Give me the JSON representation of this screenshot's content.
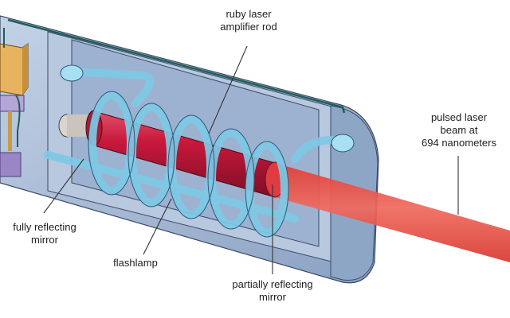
{
  "title": "Ruby laser amplifier diagram",
  "labels": {
    "rod": [
      "ruby laser",
      "amplifier rod"
    ],
    "beam": [
      "pulsed laser",
      "beam at",
      "694 nanometers"
    ],
    "full_mirror": [
      "fully reflecting",
      "mirror"
    ],
    "flashlamp": [
      "flashlamp"
    ],
    "partial_mirror": [
      "partially reflecting",
      "mirror"
    ]
  },
  "colors": {
    "housing": "#a9bcd6",
    "housing_dark": "#7f96b8",
    "housing_light": "#cfdbea",
    "flashlamp": "#8fd3ee",
    "rod": "#c21a3a",
    "beam": "#e8473f",
    "leader": "#333333",
    "wire": "#1f5d5a",
    "capacitor": "#e8b35e",
    "trigger": "#9a86c4"
  }
}
